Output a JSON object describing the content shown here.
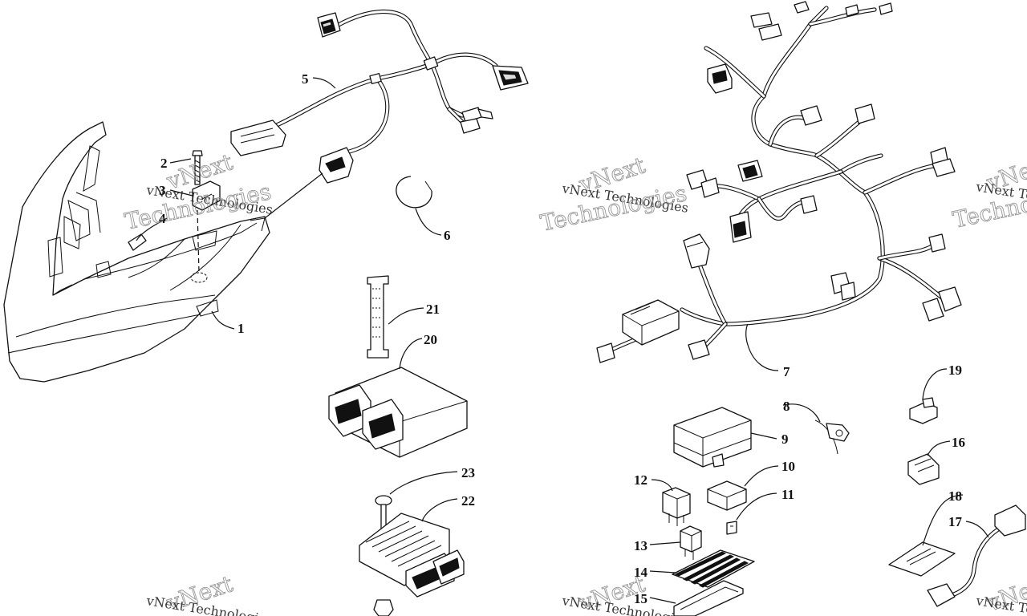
{
  "watermark": {
    "brand": "vNext",
    "line1": "vNext Technologies",
    "line2": "Technologies"
  },
  "callouts": [
    "1",
    "2",
    "3",
    "4",
    "5",
    "6",
    "7",
    "8",
    "9",
    "10",
    "11",
    "12",
    "13",
    "14",
    "15",
    "16",
    "17",
    "18",
    "19",
    "20",
    "21",
    "22",
    "23"
  ]
}
